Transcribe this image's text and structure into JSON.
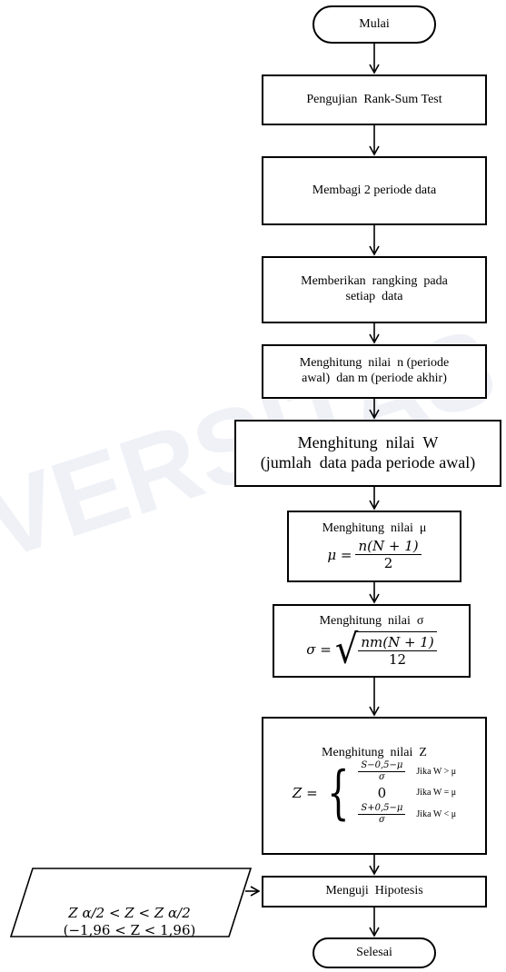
{
  "watermark": "VERSITAS JEMBER",
  "start": "Mulai",
  "end": "Selesai",
  "steps": [
    "Pengujian  Rank-Sum Test",
    "Membagi 2 periode data",
    "Memberikan  rangking  pada",
    "setiap  data",
    "Menghitung  nilai  n (periode",
    "awal)  dan m (periode akhir)",
    "Menghitung  nilai  W",
    "(jumlah  data pada periode awal)",
    "Menghitung  nilai  μ",
    "Menghitung  nilai  σ",
    "Menghitung  nilai  Z",
    "Menguji  Hipotesis"
  ],
  "formulas": {
    "mu_lhs": "μ =",
    "mu_num": "n(N + 1)",
    "mu_den": "2",
    "sigma_lhs": "σ =",
    "sigma_num": "nm(N + 1)",
    "sigma_den": "12",
    "z_lhs": "Z =",
    "z_case1": "S−0,5−μ",
    "z_case1_den": "σ",
    "z_case1_cond": "Jika W > μ",
    "z_case2": "0",
    "z_case2_cond": "Jika W = μ",
    "z_case3": "S+0,5−μ",
    "z_case3_den": "σ",
    "z_case3_cond": "Jika W < μ"
  },
  "input": {
    "line1": "Z α/2 < Z < Z α/2",
    "line2": "(−1,96 < Z < 1,96)"
  }
}
